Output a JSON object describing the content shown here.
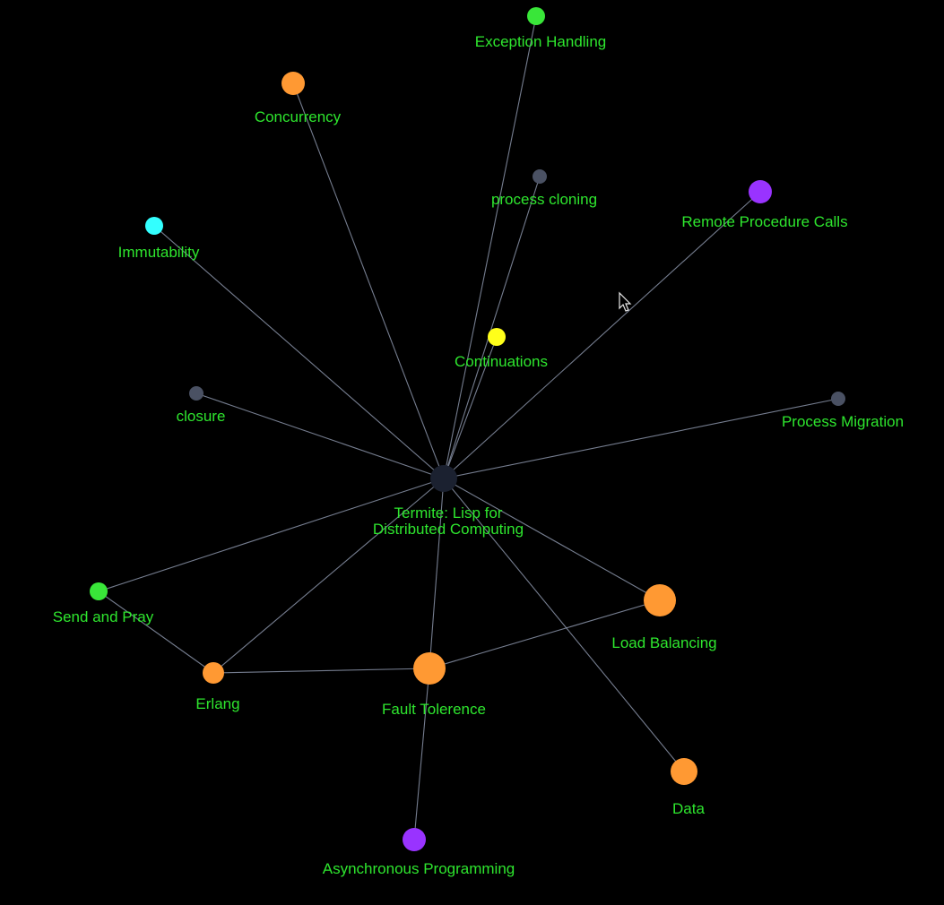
{
  "graph": {
    "label_color": "#2ee62e",
    "edge_color": "#8a93a8",
    "cursor_icon": "mouse-pointer-icon",
    "nodes": [
      {
        "id": "center",
        "label": [
          "Termite: Lisp for",
          "Distributed Computing"
        ],
        "color": "#1b2130",
        "size": "large"
      },
      {
        "id": "exception",
        "label": [
          "Exception Handling"
        ],
        "color": "#39e639",
        "size": "small"
      },
      {
        "id": "concurrency",
        "label": [
          "Concurrency"
        ],
        "color": "#ff9933",
        "size": "medium"
      },
      {
        "id": "cloning",
        "label": [
          "process cloning"
        ],
        "color": "#4a5163",
        "size": "tiny"
      },
      {
        "id": "rpc",
        "label": [
          "Remote Procedure Calls"
        ],
        "color": "#9933ff",
        "size": "medium"
      },
      {
        "id": "immutability",
        "label": [
          "Immutability"
        ],
        "color": "#33ffff",
        "size": "small"
      },
      {
        "id": "continuations",
        "label": [
          "Continuations"
        ],
        "color": "#ffff1a",
        "size": "small"
      },
      {
        "id": "closure",
        "label": [
          "closure"
        ],
        "color": "#4a5163",
        "size": "tiny"
      },
      {
        "id": "migration",
        "label": [
          "Process Migration"
        ],
        "color": "#4a5163",
        "size": "tiny"
      },
      {
        "id": "sendpray",
        "label": [
          "Send and Pray"
        ],
        "color": "#39e639",
        "size": "small"
      },
      {
        "id": "loadbal",
        "label": [
          "Load Balancing"
        ],
        "color": "#ff9933",
        "size": "big"
      },
      {
        "id": "erlang",
        "label": [
          "Erlang"
        ],
        "color": "#ff9933",
        "size": "medium-small"
      },
      {
        "id": "fault",
        "label": [
          "Fault Tolerence"
        ],
        "color": "#ff9933",
        "size": "big"
      },
      {
        "id": "data",
        "label": [
          "Data"
        ],
        "color": "#ff9933",
        "size": "medium-large"
      },
      {
        "id": "async",
        "label": [
          "Asynchronous Programming"
        ],
        "color": "#9933ff",
        "size": "medium"
      }
    ],
    "edges": [
      [
        "center",
        "exception"
      ],
      [
        "center",
        "concurrency"
      ],
      [
        "center",
        "cloning"
      ],
      [
        "center",
        "rpc"
      ],
      [
        "center",
        "immutability"
      ],
      [
        "center",
        "continuations"
      ],
      [
        "center",
        "closure"
      ],
      [
        "center",
        "migration"
      ],
      [
        "center",
        "sendpray"
      ],
      [
        "center",
        "loadbal"
      ],
      [
        "center",
        "erlang"
      ],
      [
        "center",
        "fault"
      ],
      [
        "center",
        "data"
      ],
      [
        "sendpray",
        "erlang"
      ],
      [
        "erlang",
        "fault"
      ],
      [
        "fault",
        "loadbal"
      ],
      [
        "fault",
        "async"
      ]
    ]
  }
}
